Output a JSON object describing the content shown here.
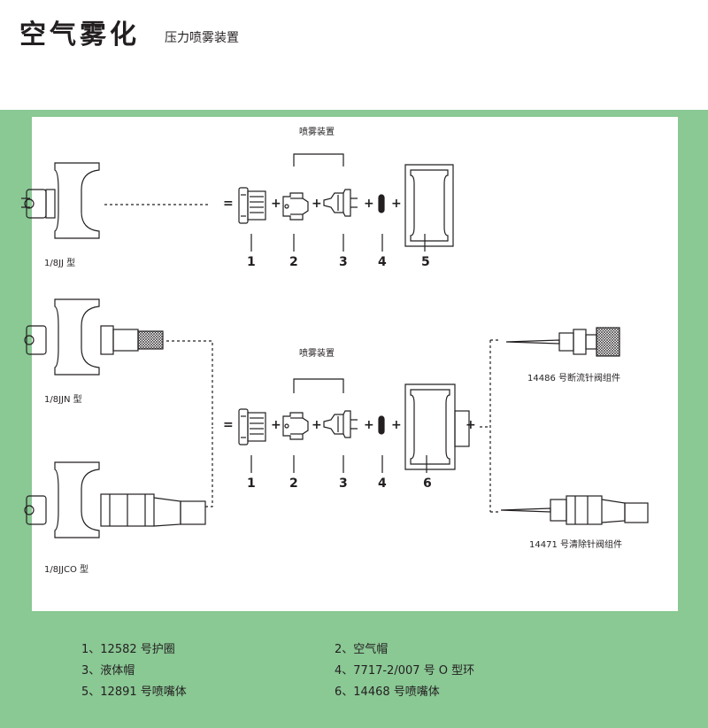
{
  "header": {
    "title": "空气雾化",
    "subtitle": "压力喷雾装置"
  },
  "diagram": {
    "group_label_top": "喷雾装置",
    "group_label_bottom": "喷雾装置",
    "body_top_label": "1/8JJ 型",
    "body_mid_label": "1/8JJN 型",
    "body_bot_label": "1/8JJCO 型",
    "valve_top_label": "14486 号断流针阀组件",
    "valve_bot_label": "14471 号清除针阀组件",
    "eq": "=",
    "plus": "+",
    "top_numbers": [
      "1",
      "2",
      "3",
      "4",
      "5"
    ],
    "bottom_numbers": [
      "1",
      "2",
      "3",
      "4",
      "6"
    ]
  },
  "legend": [
    "1、12582 号护圈",
    "2、空气帽",
    "3、液体帽",
    "4、7717-2/007 号 O 型环",
    "5、12891 号喷嘴体",
    "6、14468 号喷嘴体"
  ],
  "colors": {
    "frame": "#8ac894",
    "ink": "#231f20"
  }
}
